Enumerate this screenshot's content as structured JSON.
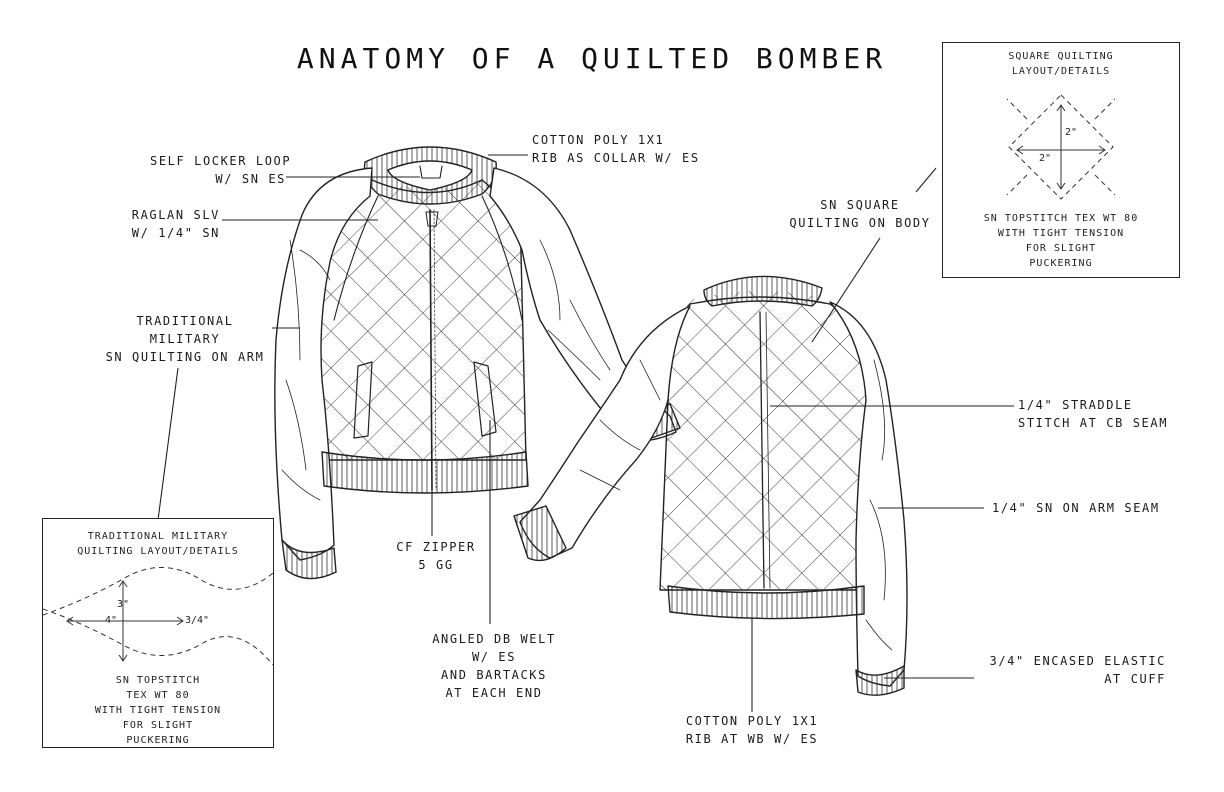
{
  "title": "ANATOMY OF A QUILTED BOMBER",
  "callouts": {
    "locker_loop": [
      "SELF LOCKER LOOP",
      "W/ SN ES"
    ],
    "collar": [
      "COTTON POLY 1X1",
      "RIB AS COLLAR W/ ES"
    ],
    "raglan": [
      "RAGLAN SLV",
      "W/ 1/4\" SN"
    ],
    "military_arm": [
      "TRADITIONAL",
      "MILITARY",
      "SN QUILTING ON ARM"
    ],
    "square_body": [
      "SN SQUARE",
      "QUILTING ON BODY"
    ],
    "straddle": [
      "1/4\" STRADDLE",
      "STITCH AT CB SEAM"
    ],
    "arm_seam": [
      "1/4\" SN ON ARM SEAM"
    ],
    "zipper": [
      "CF ZIPPER",
      "5 GG"
    ],
    "welt": [
      "ANGLED DB WELT",
      "W/ ES",
      "AND BARTACKS",
      "AT EACH END"
    ],
    "cuff": [
      "3/4\" ENCASED ELASTIC",
      "AT CUFF"
    ],
    "waistband": [
      "COTTON POLY 1X1",
      "RIB AT WB W/ ES"
    ]
  },
  "square_box": {
    "title": [
      "SQUARE QUILTING",
      "LAYOUT/DETAILS"
    ],
    "dim_v": "2\"",
    "dim_h": "2\"",
    "note": [
      "SN TOPSTITCH TEX WT 80",
      "WITH TIGHT TENSION",
      "FOR SLIGHT",
      "PUCKERING"
    ]
  },
  "military_box": {
    "title": [
      "TRADITIONAL MILITARY",
      "QUILTING LAYOUT/DETAILS"
    ],
    "dim_v": "3\"",
    "dim_h": "4\"",
    "dim_side": "3/4\"",
    "note": [
      "SN TOPSTITCH",
      "TEX WT 80",
      "WITH TIGHT TENSION",
      "FOR SLIGHT",
      "PUCKERING"
    ]
  }
}
